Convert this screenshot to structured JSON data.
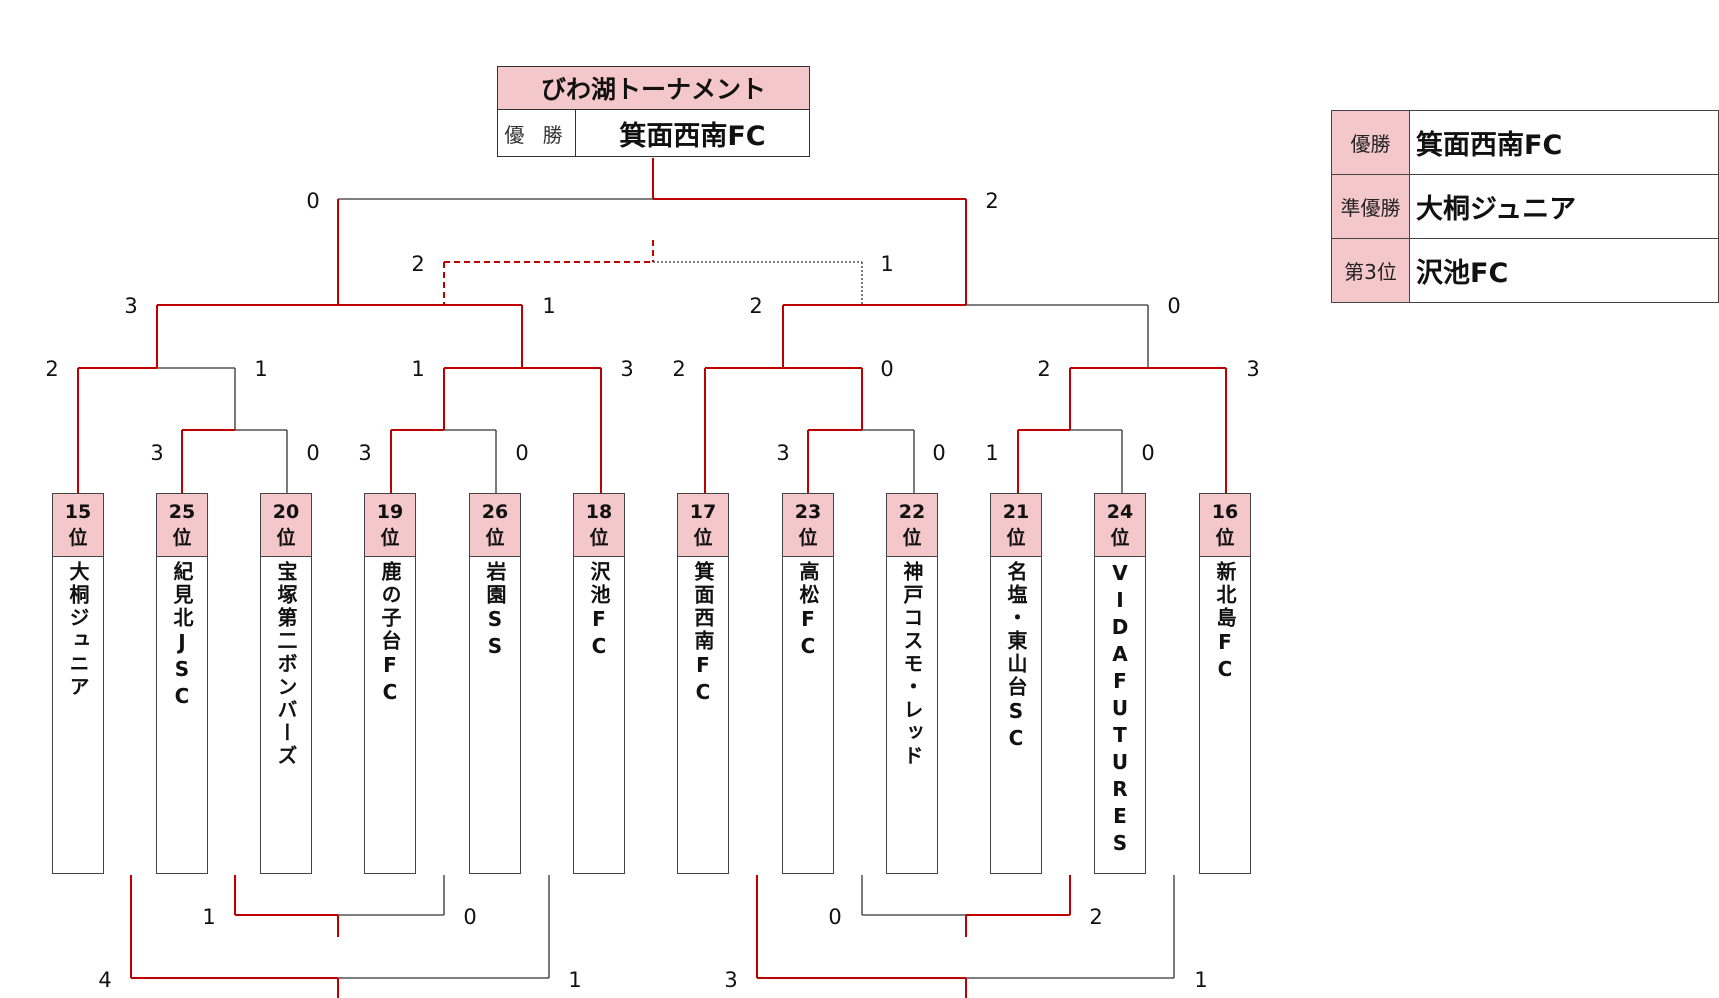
{
  "title": "びわ湖トーナメント",
  "champion_label": "優 勝",
  "champion_value": "箕面西南FC",
  "results": [
    {
      "label": "優勝",
      "value": "箕面西南FC"
    },
    {
      "label": "準優勝",
      "value": "大桐ジュニア"
    },
    {
      "label": "第3位",
      "value": "沢池FC"
    }
  ],
  "teams": [
    {
      "rank": "15",
      "suffix": "位",
      "name": "大桐ジュニア"
    },
    {
      "rank": "25",
      "suffix": "位",
      "name": "紀見北JSC"
    },
    {
      "rank": "20",
      "suffix": "位",
      "name": "宝塚第二ボンバーズ"
    },
    {
      "rank": "19",
      "suffix": "位",
      "name": "鹿の子台FC"
    },
    {
      "rank": "26",
      "suffix": "位",
      "name": "岩園SS"
    },
    {
      "rank": "18",
      "suffix": "位",
      "name": "沢池FC"
    },
    {
      "rank": "17",
      "suffix": "位",
      "name": "箕面西南FC"
    },
    {
      "rank": "23",
      "suffix": "位",
      "name": "高松FC"
    },
    {
      "rank": "22",
      "suffix": "位",
      "name": "神戸コスモ・レッド"
    },
    {
      "rank": "21",
      "suffix": "位",
      "name": "名塩・東山台SC"
    },
    {
      "rank": "24",
      "suffix": "位",
      "name": "VIDAFUTURES"
    },
    {
      "rank": "16",
      "suffix": "位",
      "name": "新北島FC"
    }
  ],
  "scores": {
    "top": [
      "0",
      "2",
      "2",
      "1",
      "3",
      "1",
      "2",
      "0",
      "2",
      "1",
      "1",
      "3",
      "2",
      "0",
      "2",
      "3",
      "3",
      "0",
      "3",
      "0",
      "3",
      "0",
      "1",
      "0"
    ],
    "bottom": [
      "1",
      "0",
      "4",
      "1",
      "0",
      "2",
      "3",
      "1"
    ]
  },
  "colors": {
    "winner_line": "#c00000",
    "loser_line": "#333333",
    "rank_fill": "#f4c7ca"
  }
}
